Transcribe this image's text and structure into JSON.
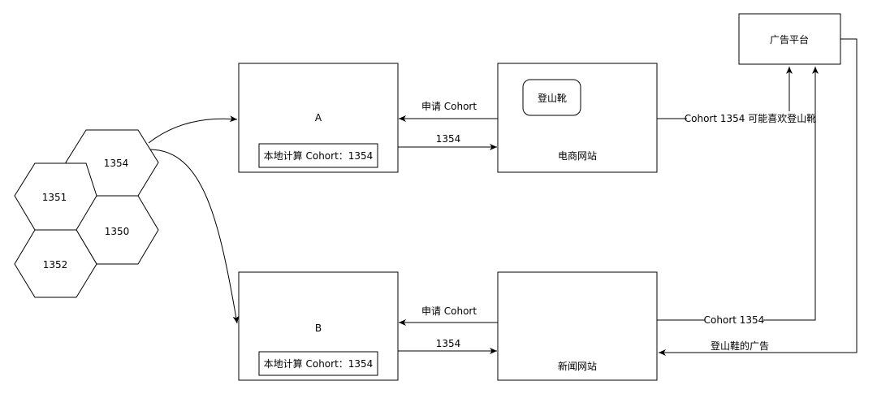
{
  "hexagons": [
    {
      "label": "1354"
    },
    {
      "label": "1351"
    },
    {
      "label": "1350"
    },
    {
      "label": "1352"
    }
  ],
  "nodes": {
    "a": {
      "title": "A",
      "inner_label": "本地计算 Cohort：1354"
    },
    "b": {
      "title": "B",
      "inner_label": "本地计算 Cohort：1354"
    },
    "ecommerce": {
      "title": "电商网站",
      "product_label": "登山靴"
    },
    "news": {
      "title": "新闻网站"
    },
    "ad_platform": {
      "title": "广告平台"
    }
  },
  "edges": {
    "ecom_to_a": "申请 Cohort",
    "a_to_ecom": "1354",
    "news_to_b": "申请 Cohort",
    "b_to_news": "1354",
    "ecom_to_ad": "Cohort 1354 可能喜欢登山靴",
    "news_to_ad": "Cohort 1354",
    "ad_to_news": "登山鞋的广告"
  }
}
